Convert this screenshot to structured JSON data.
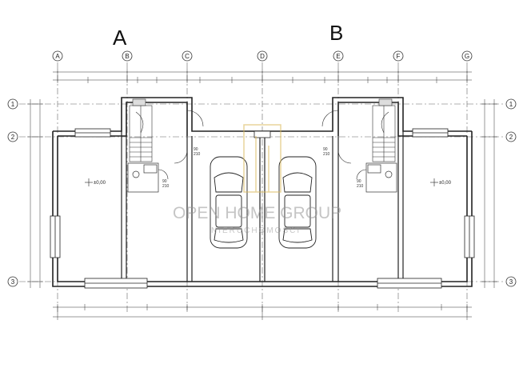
{
  "units": {
    "a": "A",
    "b": "B"
  },
  "columns": [
    "A",
    "B",
    "C",
    "D",
    "E",
    "F",
    "G"
  ],
  "rows": [
    "1",
    "2",
    "3"
  ],
  "levels": {
    "left": "±0,00",
    "right": "±0,00"
  },
  "doors": {
    "d1_w": "90",
    "d1_h": "210",
    "d2_w": "90",
    "d2_h": "210",
    "d3_w": "90",
    "d3_h": "210",
    "d4_w": "90",
    "d4_h": "210"
  },
  "watermark": {
    "line1": "OPEN HOME GROUP",
    "line2": "NIERUCHOMOŚCI"
  },
  "colors": {
    "line": "#222222",
    "grid": "#555555",
    "watermark": "#d9b95a"
  }
}
